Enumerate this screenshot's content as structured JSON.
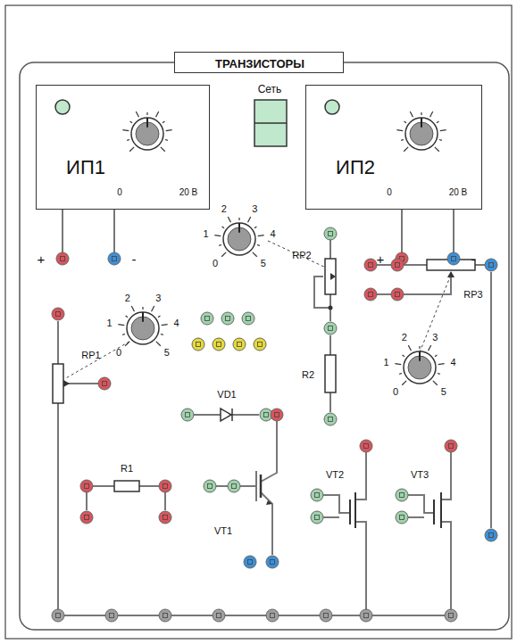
{
  "diagram": {
    "nodes": [
      {
        "text": [
          "ТРАНЗИСТОРЫ"
        ]
      },
      {
        "text": [
          "ИП1",
          "0",
          "20 В"
        ]
      },
      {
        "text": [
          "ИП2",
          "0",
          "20 В"
        ]
      }
    ],
    "labels": [
      "Сеть",
      "+",
      "-",
      "+",
      "-",
      "0",
      "1",
      "2",
      "3",
      "4",
      "5",
      "0",
      "1",
      "2",
      "3",
      "4",
      "5",
      "0",
      "1",
      "2",
      "3",
      "4",
      "5",
      "RP1",
      "RP2",
      "RP3",
      "R1",
      "R2",
      "VD1",
      "VT1",
      "VT2",
      "VT3"
    ]
  }
}
